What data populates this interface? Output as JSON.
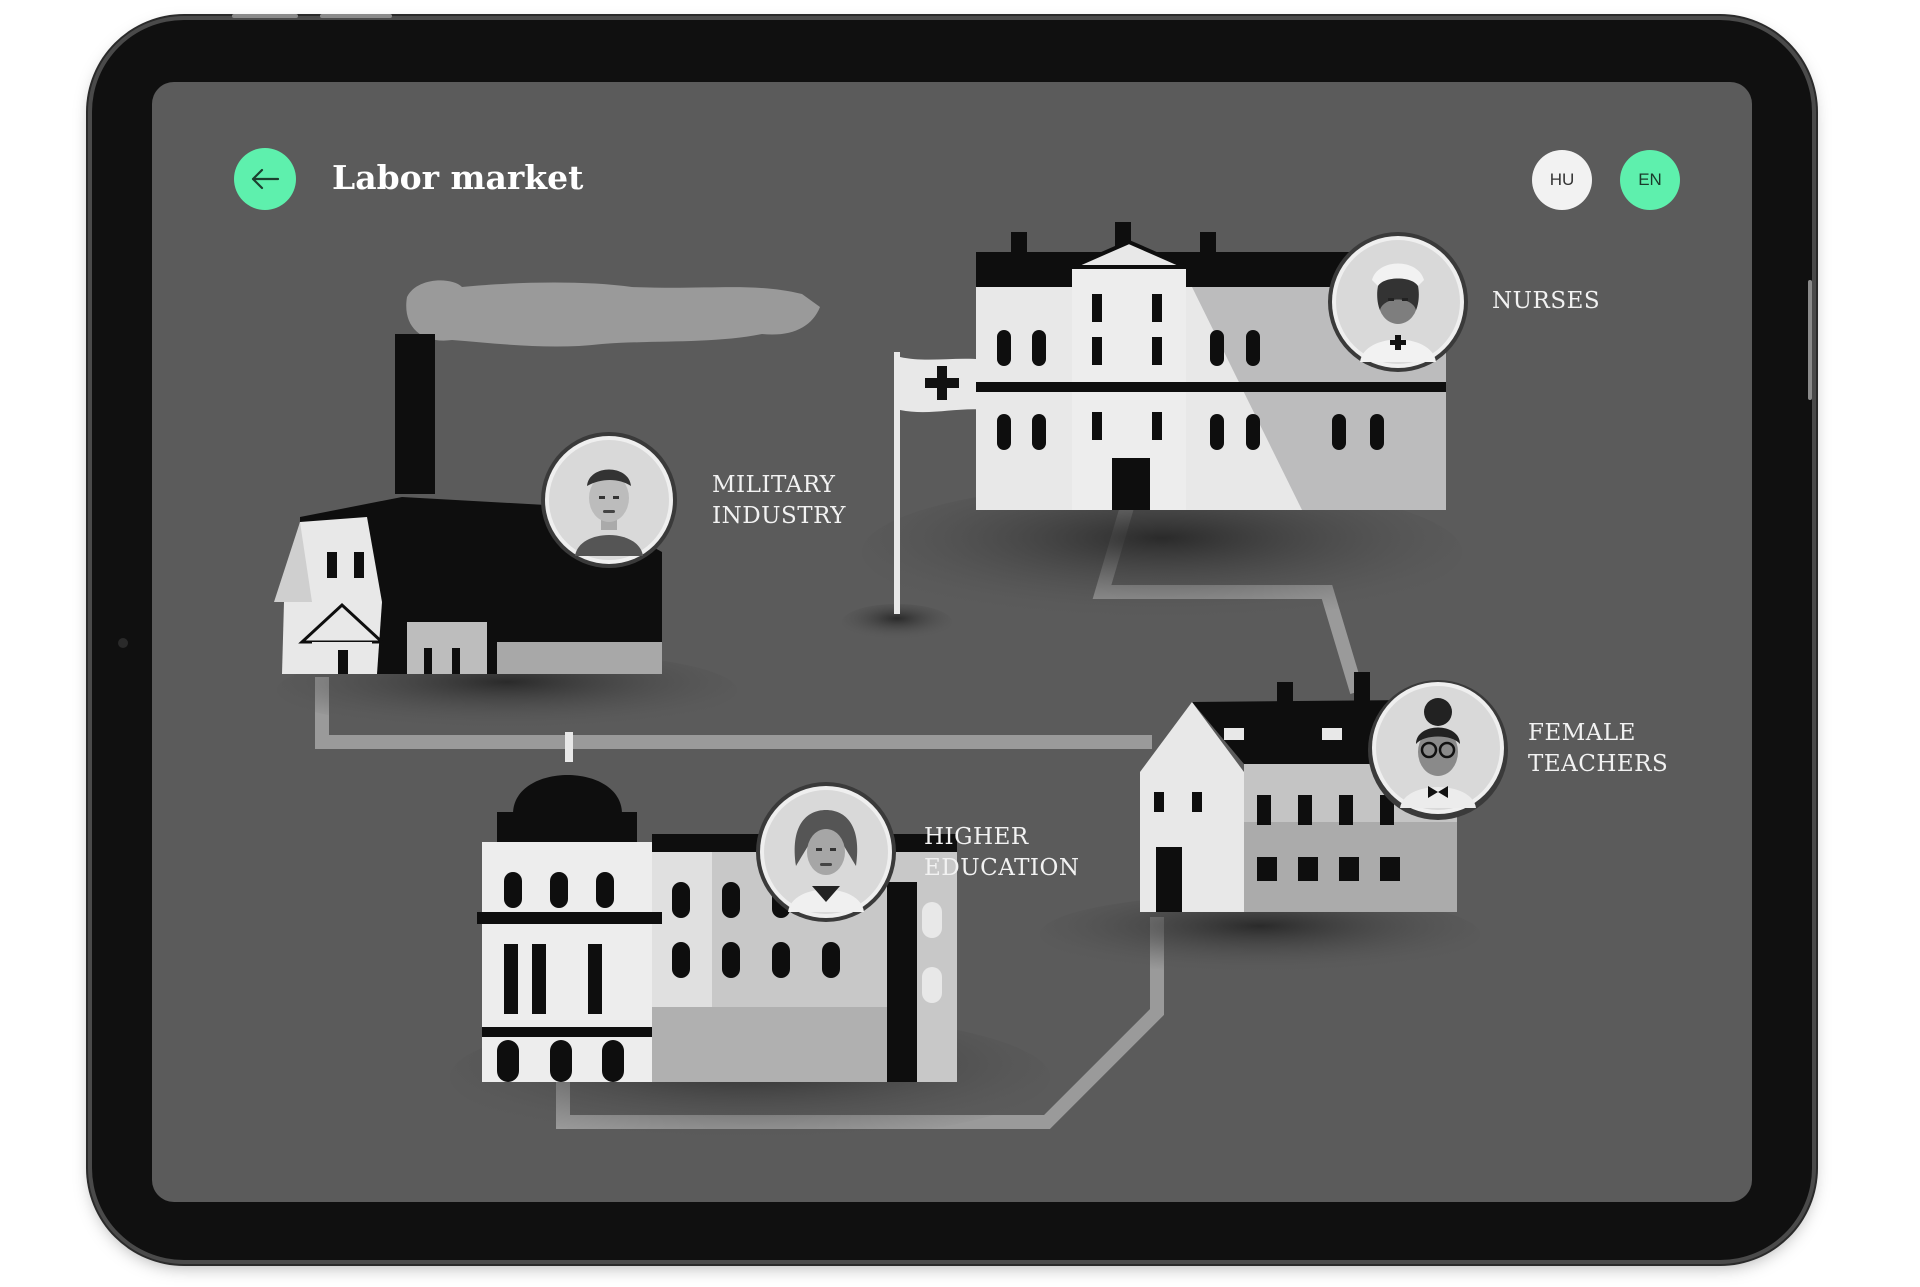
{
  "header": {
    "back_icon": "arrow-left-icon",
    "title": "Labor market"
  },
  "languages": [
    {
      "code": "HU",
      "active": false
    },
    {
      "code": "EN",
      "active": true
    }
  ],
  "locations": [
    {
      "id": "military-industry",
      "line1": "MILITARY",
      "line2": "INDUSTRY"
    },
    {
      "id": "nurses",
      "line1": "NURSES",
      "line2": ""
    },
    {
      "id": "female-teachers",
      "line1": "FEMALE",
      "line2": "TEACHERS"
    },
    {
      "id": "higher-education",
      "line1": "HIGHER",
      "line2": "EDUCATION"
    }
  ],
  "colors": {
    "accent": "#5ef0ad",
    "screen_bg": "#5b5b5b",
    "path": "#9a9a9a"
  }
}
